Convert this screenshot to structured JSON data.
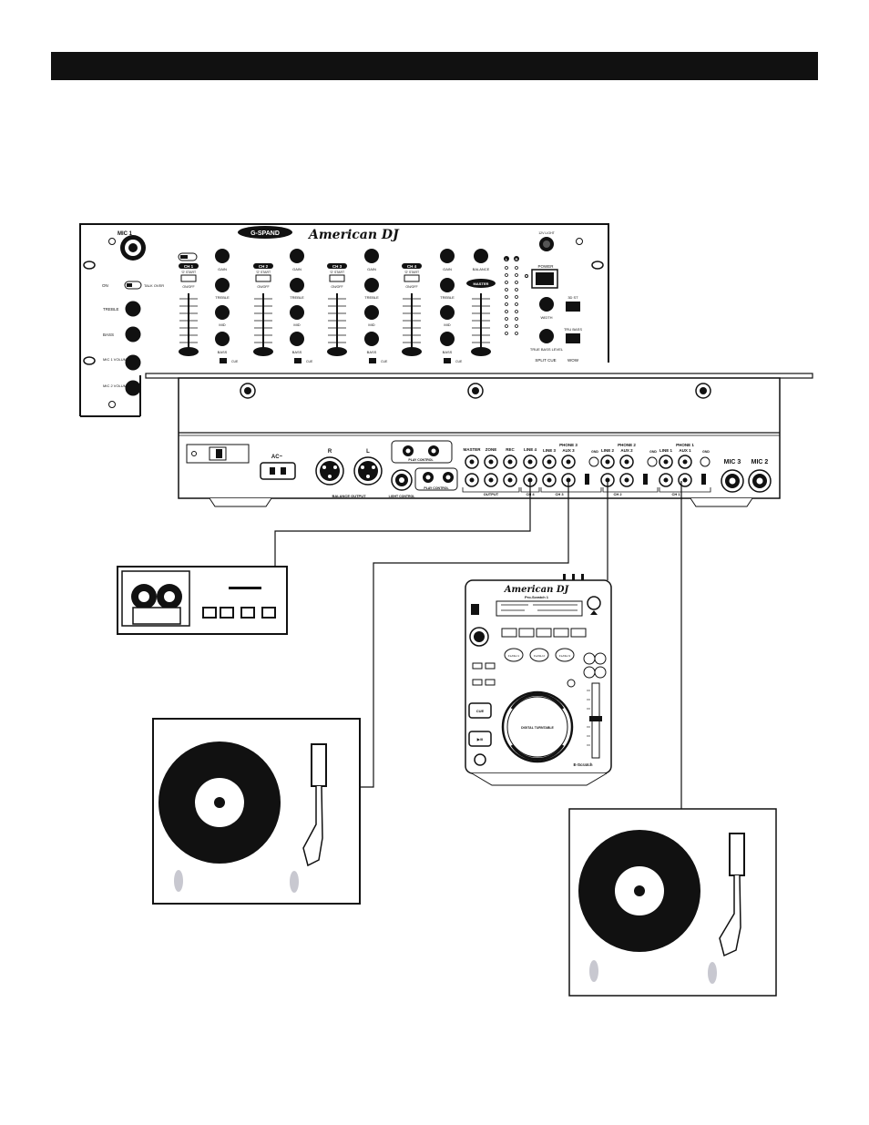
{
  "header_bar": {
    "color": "#111111"
  },
  "front_panel": {
    "brand": "American DJ",
    "gspand": "G-SPAND",
    "mic1": "MIC 1",
    "treble": "TREBLE",
    "bass": "BASS",
    "mic1_volume": "MIC 1 VOLUME",
    "mic2_volume": "MIC 2 VOLUME",
    "talk_over": "TALK OVER",
    "on": "ON",
    "channels": [
      "CH 1",
      "CH 2",
      "CH 3",
      "CH 4"
    ],
    "gain": "GAIN",
    "treble_knob": "TREBLE",
    "mid": "MID",
    "bass_knob": "BASS",
    "cue": "CUE",
    "onoff": "ON/OFF",
    "fader_start": "'O' START",
    "balance": "BALANCE",
    "master": "MASTER",
    "power": "POWER",
    "lamp": "12V LIGHT",
    "width": "WIDTH",
    "true_bass_level": "TRUE BASS LEVEL",
    "three_d": "3D ST",
    "tru_bass": "TRU BASS",
    "split_cue": "SPLIT CUE",
    "wow": "WOW",
    "meter_l": "L",
    "meter_r": "R"
  },
  "rear_panel": {
    "ac": "AC~",
    "xlr_r": "R",
    "xlr_l": "L",
    "balance_output": "BALANCE OUTPUT",
    "light_control": "LIGHT CONTROL",
    "play_control": "PLAY CONTROL",
    "master": "MASTER",
    "zone": "ZONE",
    "rec": "REC",
    "output": "OUTPUT",
    "line4": "LINE 4",
    "ch4": "CH 4",
    "phone3": "PHONE 3",
    "line3": "LINE 3",
    "aux3": "AUX 3",
    "ch3": "CH 3",
    "phone2": "PHONE 2",
    "line2": "LINE 2",
    "aux2": "AUX 2",
    "ch2": "CH 2",
    "phone1": "PHONE 1",
    "line1": "LINE 1",
    "aux1": "AUX 1",
    "ch1": "CH 1",
    "gnd": "GND",
    "mic3": "MIC 3",
    "mic2": "MIC 2"
  },
  "cd_player": {
    "brand": "American DJ",
    "model": "Pro-Scratch 1",
    "digital_turntable": "DIGITAL TURNTABLE",
    "cue": "CUE",
    "play_pause": "▶/II",
    "flashes": [
      "FLASH 1",
      "FLASH 2",
      "FLASH 3"
    ],
    "model_tag": "E-Scratch"
  }
}
